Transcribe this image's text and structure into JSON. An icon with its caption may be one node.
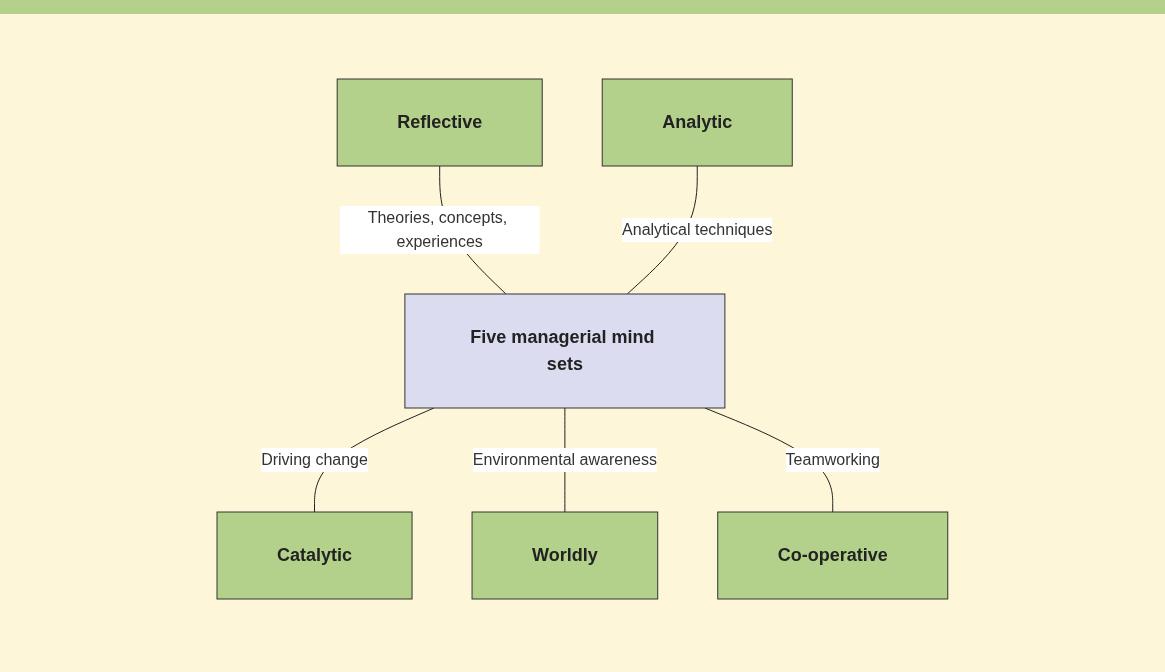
{
  "diagram": {
    "nodes": [
      {
        "text": [
          "Reflective"
        ]
      },
      {
        "text": [
          "Analytic"
        ]
      },
      {
        "text": [
          "Five managerial mind sets"
        ]
      },
      {
        "text": [
          "Catalytic"
        ]
      },
      {
        "text": [
          "Co-operative"
        ]
      },
      {
        "text": [
          "Worldly"
        ]
      }
    ],
    "edges": [
      {
        "from": 0,
        "to": 2,
        "arrow": "none",
        "label": "Theories, concepts, experiences"
      },
      {
        "from": 1,
        "to": 2,
        "arrow": "none",
        "label": "Analytical techniques"
      },
      {
        "from": 2,
        "to": 3,
        "arrow": "none",
        "label": "Driving change"
      },
      {
        "from": 2,
        "to": 5,
        "arrow": "none",
        "label": "Environmental awareness"
      },
      {
        "from": 2,
        "to": 4,
        "arrow": "none",
        "label": "Teamworking"
      }
    ]
  }
}
